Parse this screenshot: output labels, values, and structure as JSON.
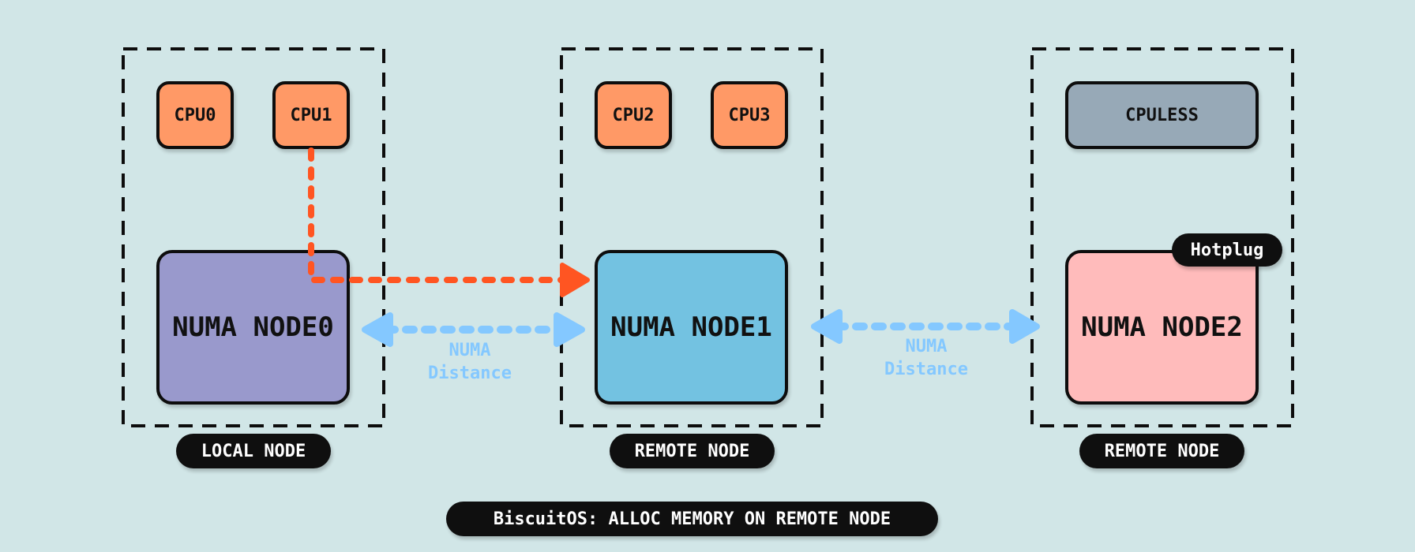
{
  "diagram": {
    "title": "BiscuitOS: ALLOC MEMORY ON REMOTE NODE",
    "colors": {
      "background": "#d1e6e7",
      "cpu": "#ff9966",
      "cpuless": "#97a9b7",
      "node0": "#9999cc",
      "node1": "#73c2e1",
      "node2": "#ffbbbb",
      "alloc_path": "#ff5522",
      "distance_arrow": "#84c8ff"
    },
    "groups": [
      {
        "label": "LOCAL NODE",
        "cpus": [
          "CPU0",
          "CPU1"
        ],
        "node": "NUMA NODE0"
      },
      {
        "label": "REMOTE NODE",
        "cpus": [
          "CPU2",
          "CPU3"
        ],
        "node": "NUMA NODE1"
      },
      {
        "label": "REMOTE NODE",
        "cpus": [
          "CPULESS"
        ],
        "node": "NUMA NODE2",
        "badge": "Hotplug"
      }
    ],
    "distance_labels": [
      {
        "line1": "NUMA",
        "line2": "Distance"
      },
      {
        "line1": "NUMA",
        "line2": "Distance"
      }
    ],
    "edges": [
      {
        "from": "CPU1",
        "to": "NUMA NODE1",
        "style": "dashed-arrow",
        "meaning": "alloc path"
      },
      {
        "from": "NUMA NODE0",
        "to": "NUMA NODE1",
        "style": "dashed-double-arrow",
        "meaning": "NUMA Distance"
      },
      {
        "from": "NUMA NODE1",
        "to": "NUMA NODE2",
        "style": "dashed-double-arrow",
        "meaning": "NUMA Distance"
      }
    ]
  }
}
